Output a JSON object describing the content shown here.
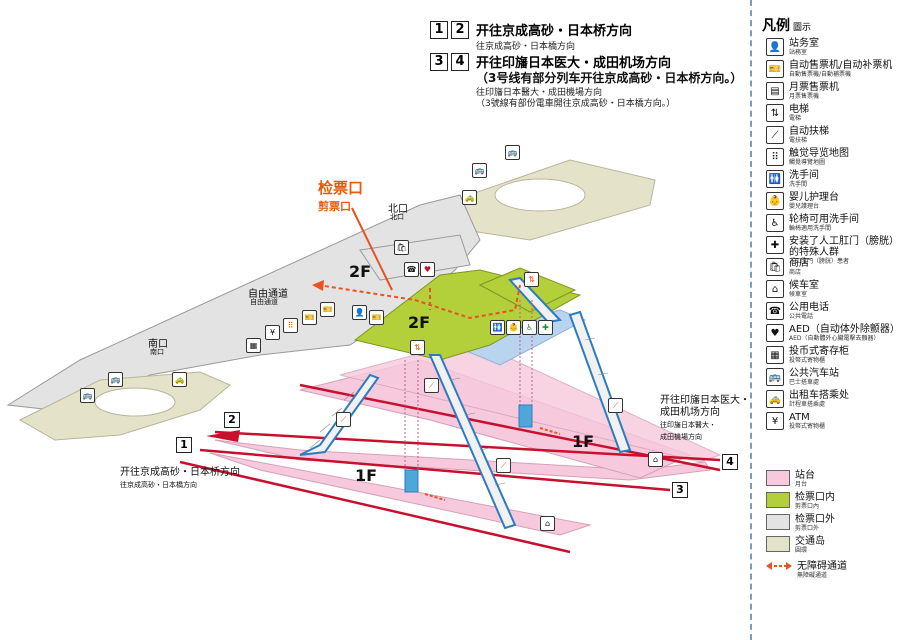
{
  "header": {
    "rows": [
      {
        "nums": [
          "1",
          "2"
        ],
        "main": "开往京成高砂・日本桥方向",
        "sub": "往京成高砂・日本橋方向"
      },
      {
        "nums": [
          "3",
          "4"
        ],
        "main": "开往印旛日本医大・成田机场方向",
        "main2": "（3号线有部分列车开往京成高砂・日本桥方向。）",
        "sub": "往印旛日本醫大・成田機場方向",
        "sub2": "（3號線有部份電車開往京成高砂・日本橋方向。）"
      }
    ]
  },
  "map": {
    "gate_label": "检票口",
    "gate_sub": "剪票口",
    "north_exit": "北口",
    "north_exit_sub": "北口",
    "free_passage": "自由通道",
    "free_passage_sub": "自由通道",
    "south_exit": "南口",
    "south_exit_sub": "南口",
    "floor_2f_left": "2F",
    "floor_2f_center": "2F",
    "floor_1f_left": "1F",
    "floor_1f_right": "1F",
    "dir_left": "开往京成高砂・日本桥方向",
    "dir_left_sub": "往京成高砂・日本橋方向",
    "dir_right_1": "开往印旛日本医大・",
    "dir_right_2": "成田机场方向",
    "dir_right_sub1": "往印旛日本醫大・",
    "dir_right_sub2": "成田機場方向",
    "platforms": [
      "1",
      "2",
      "3",
      "4"
    ],
    "taxi_label": "TAXI"
  },
  "legend": {
    "title": "凡例",
    "title_sub": "圖示",
    "items": [
      {
        "icon": "station-office-icon",
        "glyph": "👤",
        "label": "站务室",
        "sub": "站務室"
      },
      {
        "icon": "ticket-machine-icon",
        "glyph": "🎫",
        "label": "自动售票机/自动补票机",
        "sub": "自動售票機/自動補票機"
      },
      {
        "icon": "pass-machine-icon",
        "glyph": "▤",
        "label": "月票售票机",
        "sub": "月票售票機"
      },
      {
        "icon": "elevator-icon",
        "glyph": "⇅",
        "label": "电梯",
        "sub": "電梯"
      },
      {
        "icon": "escalator-icon",
        "glyph": "⟋",
        "label": "自动扶梯",
        "sub": "電扶梯"
      },
      {
        "icon": "tactile-map-icon",
        "glyph": "⠿",
        "label": "触觉导览地图",
        "sub": "觸覺導覽地圖"
      },
      {
        "icon": "restroom-icon",
        "glyph": "🚻",
        "label": "洗手间",
        "sub": "洗手間"
      },
      {
        "icon": "baby-care-icon",
        "glyph": "👶",
        "label": "婴儿护理台",
        "sub": "嬰兒護理台"
      },
      {
        "icon": "wheelchair-restroom-icon",
        "glyph": "♿",
        "label": "轮椅可用洗手间",
        "sub": "輪椅適用洗手間"
      },
      {
        "icon": "ostomy-restroom-icon",
        "glyph": "✚",
        "label": "安装了人工肛门（膀胱）的特殊人群",
        "sub": "人工肛門（膀胱）患者"
      },
      {
        "icon": "shop-icon",
        "glyph": "🛍",
        "label": "商店",
        "sub": "商店"
      },
      {
        "icon": "waiting-room-icon",
        "glyph": "⌂",
        "label": "候车室",
        "sub": "候車室"
      },
      {
        "icon": "phone-icon",
        "glyph": "☎",
        "label": "公用电话",
        "sub": "公共電話"
      },
      {
        "icon": "aed-icon",
        "glyph": "♥",
        "label": "AED（自动体外除颤器）",
        "sub": "AED（自動體外心臟電擊去顫器）"
      },
      {
        "icon": "locker-icon",
        "glyph": "▦",
        "label": "投币式寄存柜",
        "sub": "投幣式寄物櫃"
      },
      {
        "icon": "bus-stop-icon",
        "glyph": "🚌",
        "label": "公共汽车站",
        "sub": "巴士搭車處"
      },
      {
        "icon": "taxi-icon",
        "glyph": "🚕",
        "label": "出租车搭乘处",
        "sub": "計程車搭乘處"
      },
      {
        "icon": "atm-icon",
        "glyph": "¥",
        "label": "ATM",
        "sub": "投幣式寄物櫃"
      }
    ],
    "swatches": [
      {
        "color": "#f7c9dc",
        "label": "站台",
        "sub": "月台"
      },
      {
        "color": "#b3cf3a",
        "label": "检票口内",
        "sub": "剪票口內"
      },
      {
        "color": "#e3e3e3",
        "label": "检票口外",
        "sub": "剪票口外"
      },
      {
        "color": "#e4e2c8",
        "label": "交通岛",
        "sub": "圓環"
      }
    ],
    "barrier_free": {
      "label": "无障碍通道",
      "sub": "無障礙通道",
      "color": "#e8531f"
    }
  },
  "colors": {
    "platform": "#f7c9dc",
    "inside_gate": "#b3cf3a",
    "outside_gate": "#e3e3e3",
    "rotary": "#e4e2c8",
    "concourse_blue": "#b9d4ee",
    "route": "#e8531f",
    "rail_red": "#c8102e",
    "stairs_blue": "#2d7bc1"
  }
}
